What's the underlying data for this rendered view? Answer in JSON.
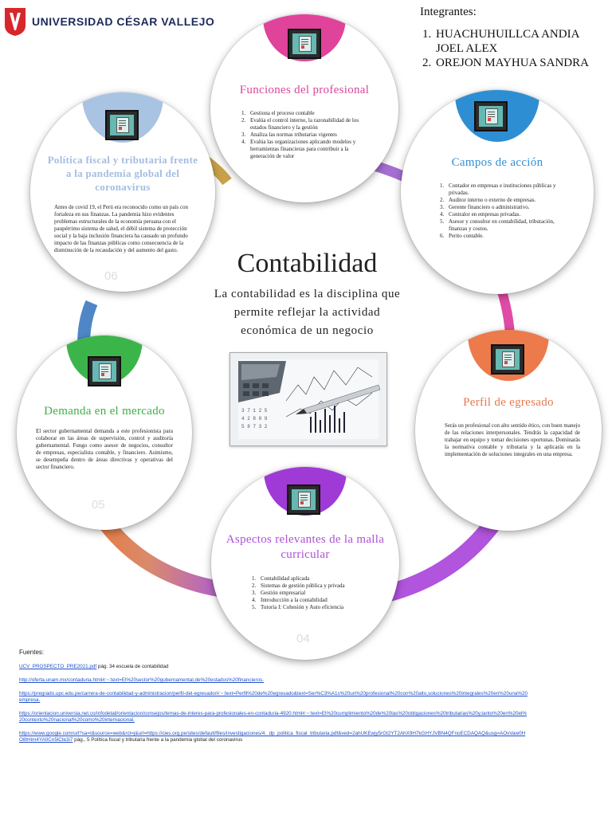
{
  "header": {
    "university": "UNIVERSIDAD CÉSAR VALLEJO",
    "members_heading": "Integrantes:",
    "members": [
      "HUACHUHUILLCA ANDIA JOEL ALEX",
      "OREJON MAYHUA SANDRA"
    ]
  },
  "center": {
    "title": "Contabilidad",
    "subtitle": "La contabilidad es la disciplina que permite reflejar la actividad económica de un negocio"
  },
  "colors": {
    "pink": "#e0439a",
    "blue": "#2e8ed3",
    "orange": "#ec7a4a",
    "purple": "#a03ad6",
    "green": "#3bb54a",
    "lightblue": "#9bbbe0"
  },
  "circles": {
    "funciones": {
      "title": "Funciones del profesional",
      "items": [
        "Gestiona el proceso contable",
        "Evalúa el control interno, la razonabilidad de los estados financiero y la gestión",
        "Analiza las normas tributarias vigentes",
        "Evalúa las organizaciones aplicando modelos y herramientas financieras para contribuir a la generación de valor"
      ]
    },
    "campos": {
      "title": "Campos de acción",
      "items": [
        "Contador en empresas e instituciones públicas y privadas.",
        "Auditor interno o externo de empresas.",
        "Gerente financiero o administrativo.",
        "Contralor en empresas privadas.",
        "Asesor y consultor en contabilidad, tributación, finanzas y costos.",
        "Perito contable."
      ]
    },
    "perfil": {
      "title": "Perfil de egresado",
      "text": "Serás un profesional con alto sentido ético, con buen manejo de las relaciones interpersonales. Tendrás la capacidad de trabajar en equipo y tomar decisiones oportunas. Dominarás la normativa contable y tributaria y la aplicarás en la implementación de soluciones integrales en una empresa."
    },
    "aspectos": {
      "title": "Aspectos relevantes de la malla curricular",
      "items": [
        "Contabilidad aplicada",
        "Sistemas de gestión pública y privada",
        "Gestión empresarial",
        "Introducción a la contabilidad",
        "Tutoría I: Cohesión y Auto eficiencia"
      ],
      "number": "04"
    },
    "demanda": {
      "title": "Demanda en el mercado",
      "text": "El sector gubernamental demanda a este profesionista para colaborar en las áreas de supervisión, control y auditoría gubernamental. Fungo como asesor de negocios, consultor de empresas, especialista contable, y financiero. Asimismo, se desempeña dentro de áreas directivas y operativas del sector financiero.",
      "number": "05"
    },
    "politica": {
      "title": "Política fiscal y tributaria frente a la pandemia global del coronavirus",
      "text": "Antes de covid 19, el Perú era reconocido como un país con fortaleza en sus finanzas. La pandemia hizo evidentes problemas estructurales de la economía peruana con el paupérrimo sistema de salud, el débil sistema de protección social y la baja inclusión financiera ha causado un profundo impacto de las finanzas públicas como consecuencia de la disminución de la recaudación y del aumento del gasto.",
      "number": "06"
    }
  },
  "sources": {
    "heading": "Fuentes:",
    "items": [
      {
        "link": "UCV_PROSPECTO_PRE2021.pdf",
        "suffix": " pág. 34 escuela de contabilidad"
      },
      {
        "link": "http://oferta.unam.mx/contaduria.html#:~:text=El%20sector%20gubernamental,de%20estados%20financieros.",
        "suffix": ""
      },
      {
        "link": "https://pregrado.upc.edu.pe/carrera-de-contabilidad-y-administracion/perfil-del-egresado/#:~:text=Perfil%20de%20egresado&text=Ser%C3%A1s%20un%20profesional%20con%20alto,soluciones%20integrales%20en%20una%20empresa.",
        "suffix": ""
      },
      {
        "link": "https://orientacion.universia.net.co/infodetail/orientacion/consejos/temas-de-interes-para-profesionales-en-contaduria-4920.html#:~:text=El%20cumplimiento%20de%20las%20obligaciones%20tributarias%20y,tanto%20en%20el%20contexto%20nacional%20como%20internacional.",
        "suffix": ""
      },
      {
        "link": "https://www.google.com/url?sa=t&source=web&rct=j&url=https://cies.org.pe/sites/default/files/investigaciones/4._dp_politica_fiscal_tributaria.pdf&ved=2ahUKEwjy5rGt2YT2AhX9H7kGHYJVBN4QFnoECDAQAQ&usg=AOvVaw0HO8tHim4YA0Cn5lCte3i7",
        "suffix": " pág., 5 Política fiscal y tributaria frente a la pandemia global del coronavirus"
      }
    ]
  }
}
